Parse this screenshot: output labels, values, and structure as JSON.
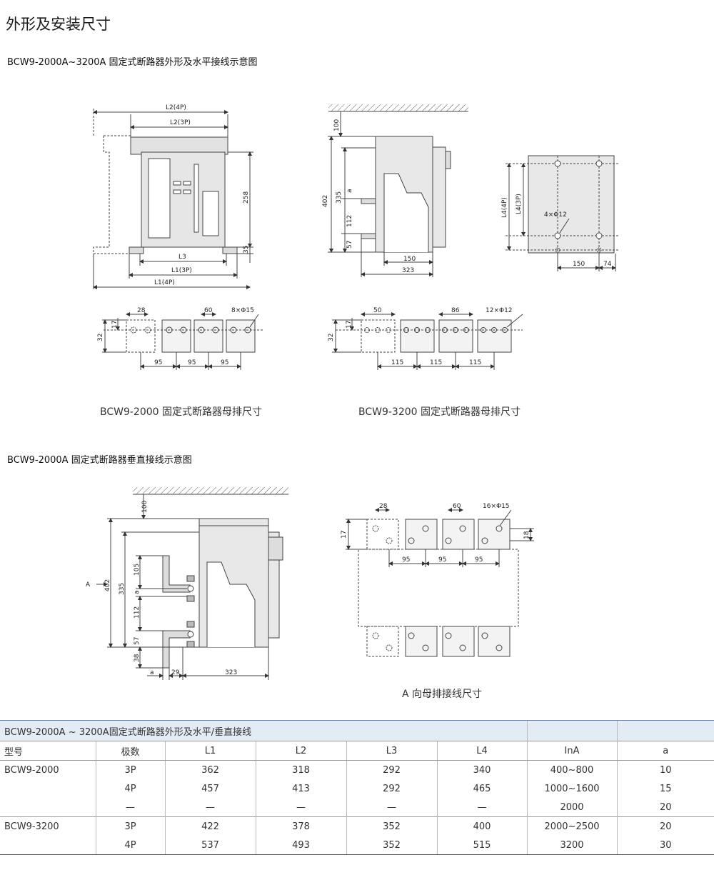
{
  "page_title": "外形及安装尺寸",
  "section1_title": "BCW9-2000A~3200A 固定式断路器外形及水平接线示意图",
  "section2_title": "BCW9-2000A 固定式断路器垂直接线示意图",
  "captions": {
    "busbar_2000": "BCW9-2000 固定式断路器母排尺寸",
    "busbar_3200": "BCW9-3200 固定式断路器母排尺寸",
    "a_direction": "A 向母排接线尺寸"
  },
  "labels": {
    "front": {
      "l2_4p": "L2(4P)",
      "l2_3p": "L2(3P)",
      "h258": "258",
      "h35": "35",
      "l3": "L3",
      "l1_3p": "L1(3P)",
      "l1_4p": "L1(4P)"
    },
    "side": {
      "d100": "100",
      "d402": "402",
      "d335": "335",
      "da": "a",
      "d112": "112",
      "d57": "57",
      "d150": "150",
      "d323": "323"
    },
    "mount": {
      "l4_4p": "L4(4P)",
      "l4_3p": "L4(3P)",
      "holes": "4×Φ12",
      "d150": "150",
      "d74": "74"
    },
    "bus2000": {
      "d28": "28",
      "d60": "60",
      "holes": "8×Φ15",
      "d17": "17",
      "d32": "32",
      "d95a": "95",
      "d95b": "95",
      "d95c": "95"
    },
    "bus3200": {
      "d50": "50",
      "d86": "86",
      "holes": "12×Φ12",
      "d17": "17",
      "d32": "32",
      "d115a": "115",
      "d115b": "115",
      "d115c": "115"
    },
    "vert": {
      "d100": "100",
      "arrow_a": "A",
      "d402": "402",
      "d335": "335",
      "d105": "105",
      "da": "a",
      "d112": "112",
      "d57": "57",
      "d38": "38",
      "b_a": "a",
      "b29": "29",
      "b323": "323"
    },
    "adir": {
      "d28": "28",
      "d60": "60",
      "holes": "16×Φ15",
      "d17": "17",
      "d18": "18",
      "d95a": "95",
      "d95b": "95",
      "d95c": "95"
    }
  },
  "table": {
    "title": "BCW9-2000A ~ 3200A固定式断路器外形及水平/垂直接线",
    "headers": [
      "型号",
      "极数",
      "L1",
      "L2",
      "L3",
      "L4",
      "InA",
      "a"
    ],
    "rows": [
      [
        "BCW9-2000",
        "3P",
        "362",
        "318",
        "292",
        "340",
        "400~800",
        "10"
      ],
      [
        "",
        "4P",
        "457",
        "413",
        "292",
        "465",
        "1000~1600",
        "15"
      ],
      [
        "",
        "—",
        "—",
        "—",
        "—",
        "—",
        "2000",
        "20"
      ],
      [
        "BCW9-3200",
        "3P",
        "422",
        "378",
        "352",
        "400",
        "2000~2500",
        "20"
      ],
      [
        "",
        "4P",
        "537",
        "493",
        "352",
        "515",
        "3200",
        "30"
      ]
    ]
  }
}
